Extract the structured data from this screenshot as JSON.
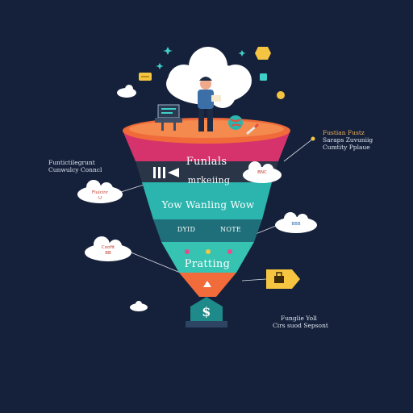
{
  "funnel": {
    "band1_label": "Funlals",
    "band2_label": "mrkeiing",
    "band3_label": "Yow Wanling Wow",
    "band4_left": "DYID",
    "band4_right": "NOTE",
    "band5_label": "Pratting",
    "bottom_symbol": "$"
  },
  "annotations": {
    "top_right": [
      "Fustian Fustz",
      "Saraps Zuvuniig",
      "Cumtity Pplaue"
    ],
    "left": [
      "Funtictilegrunt",
      "Cunwulcy Conncl"
    ],
    "bottom_right": [
      "Funglie Yoll",
      "Cirs suod Sepsont"
    ]
  },
  "clouds": {
    "left_mid": [
      "Fluicinr",
      "U"
    ],
    "left_low": [
      "Coofit",
      "BB"
    ],
    "right_funnel": [
      "BNC"
    ],
    "right_small": [
      "BBB"
    ]
  },
  "colors": {
    "background": "#15213a",
    "rim": "#f06a3a",
    "band_pink": "#d6336c",
    "band_dark": "#2a3548",
    "band_teal": "#2bb5ae",
    "band_dark_teal": "#1f6f7a",
    "band_teal_light": "#37c3b1",
    "band_orange": "#f26b3a",
    "pedestal": "#1e8a8a",
    "accent_yellow": "#f5c542"
  }
}
